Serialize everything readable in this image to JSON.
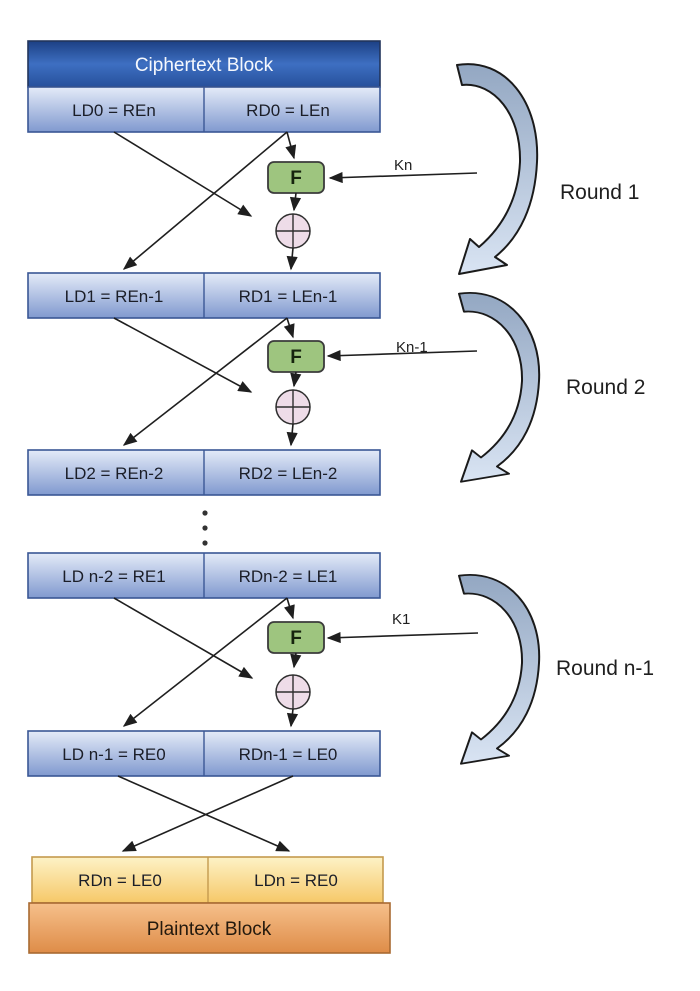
{
  "header": {
    "label": "Ciphertext Block"
  },
  "rows": [
    {
      "left": "LD0 = REn",
      "right": "RD0 = LEn"
    },
    {
      "left": "LD1 = REn-1",
      "right": "RD1 = LEn-1"
    },
    {
      "left": "LD2 = REn-2",
      "right": "RD2 = LEn-2"
    },
    {
      "left": "LD n-2 = RE1",
      "right": "RDn-2 = LE1"
    },
    {
      "left": "LD n-1 = RE0",
      "right": "RDn-1 = LE0"
    }
  ],
  "output_row": {
    "left": "RDn = LE0",
    "right": "LDn = RE0"
  },
  "footer": {
    "label": "Plaintext Block"
  },
  "function_blocks": [
    {
      "label": "F",
      "key_label": "Kn"
    },
    {
      "label": "F",
      "key_label": "Kn-1"
    },
    {
      "label": "F",
      "key_label": "K1"
    }
  ],
  "round_labels": [
    "Round 1",
    "Round 2",
    "Round n-1"
  ],
  "icons": {
    "xor": "xor-circle-plus",
    "round_arrow": "curved-down-arrow"
  },
  "colors": {
    "header_blue_top": "#1c4084",
    "header_blue_mid": "#3e6fc2",
    "header_blue_bottom": "#27509b",
    "row_blue_light": "#e4ebf8",
    "row_blue_dark": "#8099cf",
    "row_border_blue": "#3a5795",
    "f_box_green": "#9ec57f",
    "f_box_border": "#3b3b3b",
    "xor_pink": "#eedce8",
    "output_yellow_light": "#fdf2c6",
    "output_yellow_dark": "#f6c868",
    "output_border": "#c49a4e",
    "footer_orange_light": "#f6c08b",
    "footer_orange_dark": "#de8c48",
    "footer_border": "#a86a32",
    "swoosh_top": "#93a7c2",
    "swoosh_bottom": "#d9e4f3",
    "line_color": "#1f1f1f"
  }
}
